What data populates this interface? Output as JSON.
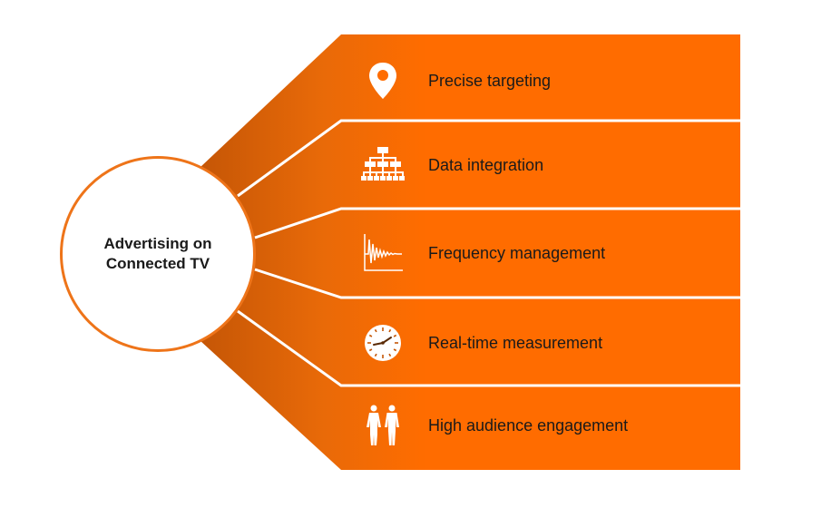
{
  "hub": {
    "title": "Advertising on Connected TV"
  },
  "items": [
    {
      "label": "Precise targeting",
      "icon": "location-pin-icon"
    },
    {
      "label": "Data integration",
      "icon": "org-chart-icon"
    },
    {
      "label": "Frequency management",
      "icon": "waveform-icon"
    },
    {
      "label": "Real-time measurement",
      "icon": "clock-icon"
    },
    {
      "label": "High audience engagement",
      "icon": "people-icon"
    }
  ],
  "colors": {
    "accent": "#ff6c00",
    "accent_dark": "#c55606",
    "icon": "#ffffff",
    "text": "#1a1a1a"
  }
}
